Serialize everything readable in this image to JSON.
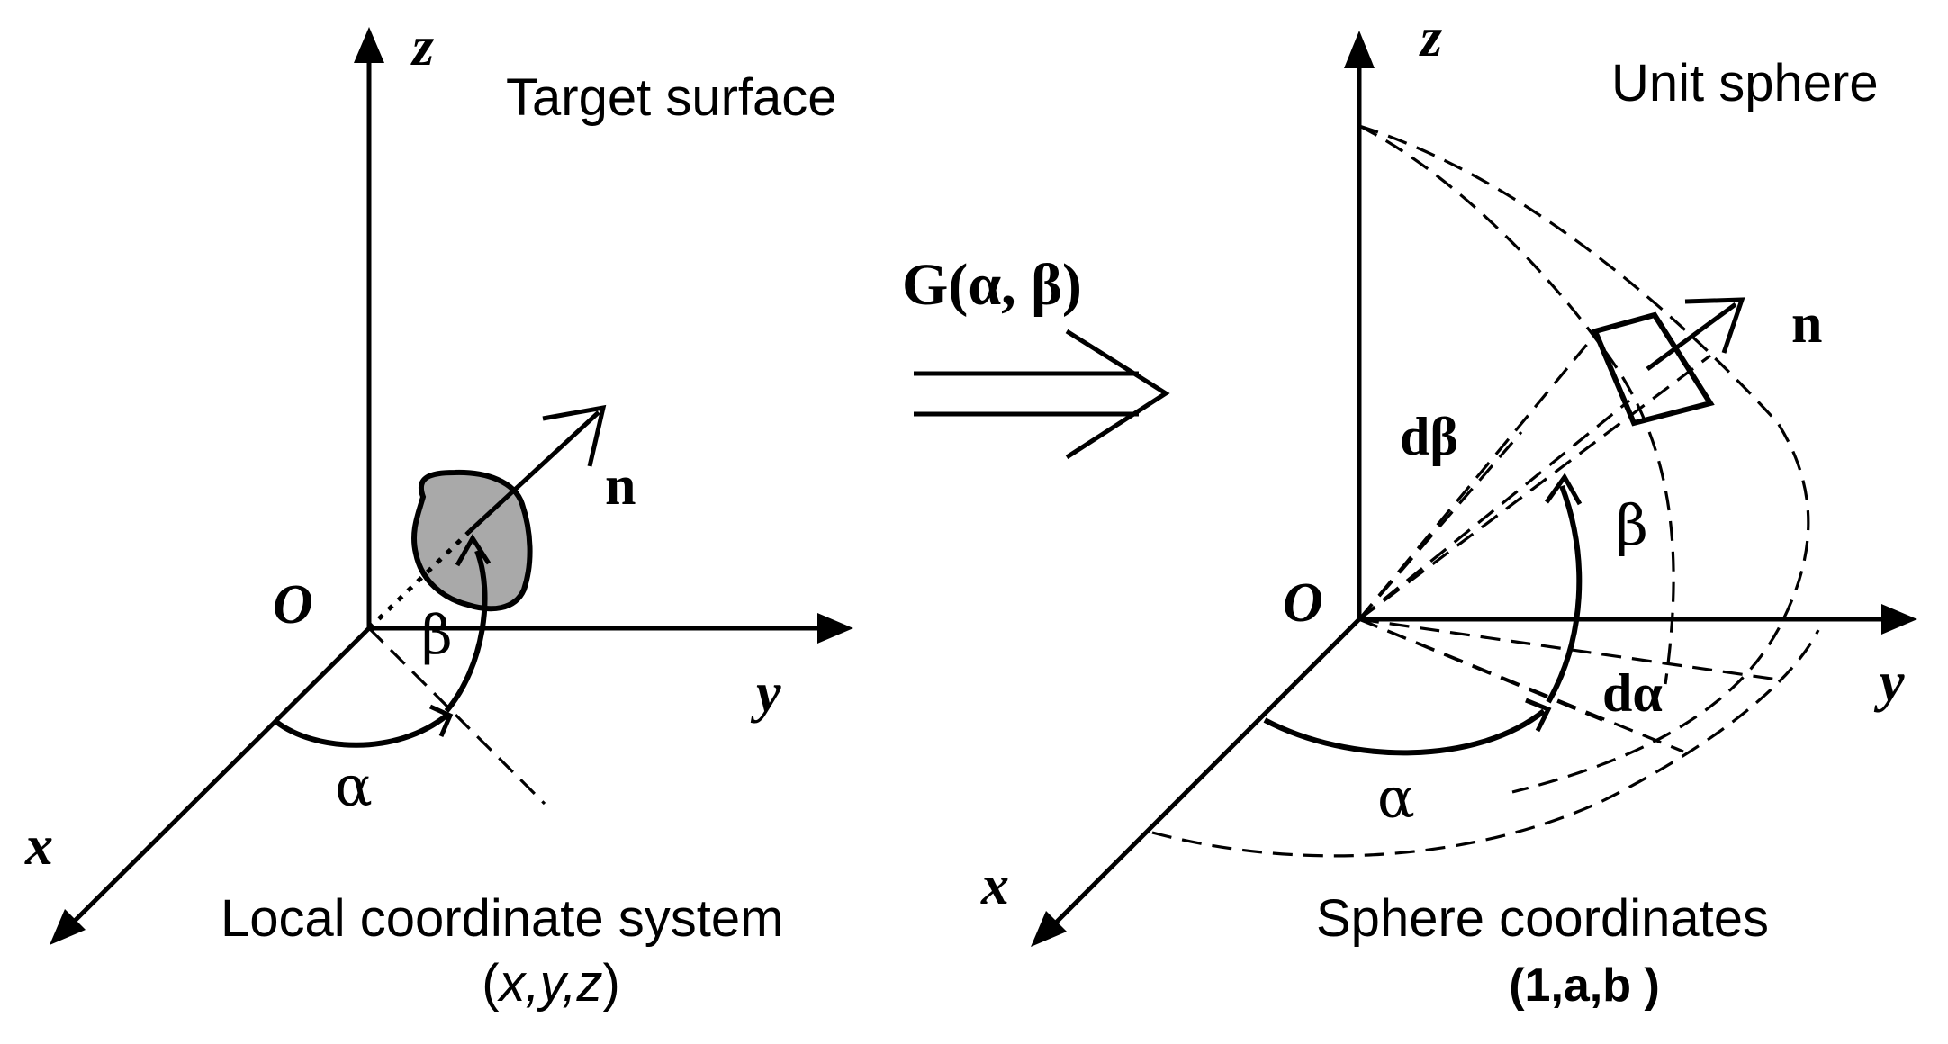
{
  "left": {
    "axis_z": "z",
    "axis_y": "y",
    "axis_x": "x",
    "origin": "O",
    "title": "Target surface",
    "normal": "n",
    "alpha": "α",
    "beta": "β",
    "caption": "Local coordinate system",
    "coords_open": "(",
    "coords_vars": "x,y,z",
    "coords_close": ")"
  },
  "mapping": {
    "label": "G(α, β)"
  },
  "right": {
    "axis_z": "z",
    "axis_y": "y",
    "axis_x": "x",
    "origin": "O",
    "title": "Unit sphere",
    "normal": "n",
    "alpha": "α",
    "beta": "β",
    "d_alpha": "dα",
    "d_beta": "dβ",
    "caption": "Sphere coordinates",
    "coords": "(1,a,b )"
  },
  "icons": [
    "arrow-head-icon",
    "double-arrow-icon"
  ],
  "colors": {
    "stroke": "#000000",
    "patch_fill": "#a9a9a9",
    "background": "#ffffff"
  }
}
